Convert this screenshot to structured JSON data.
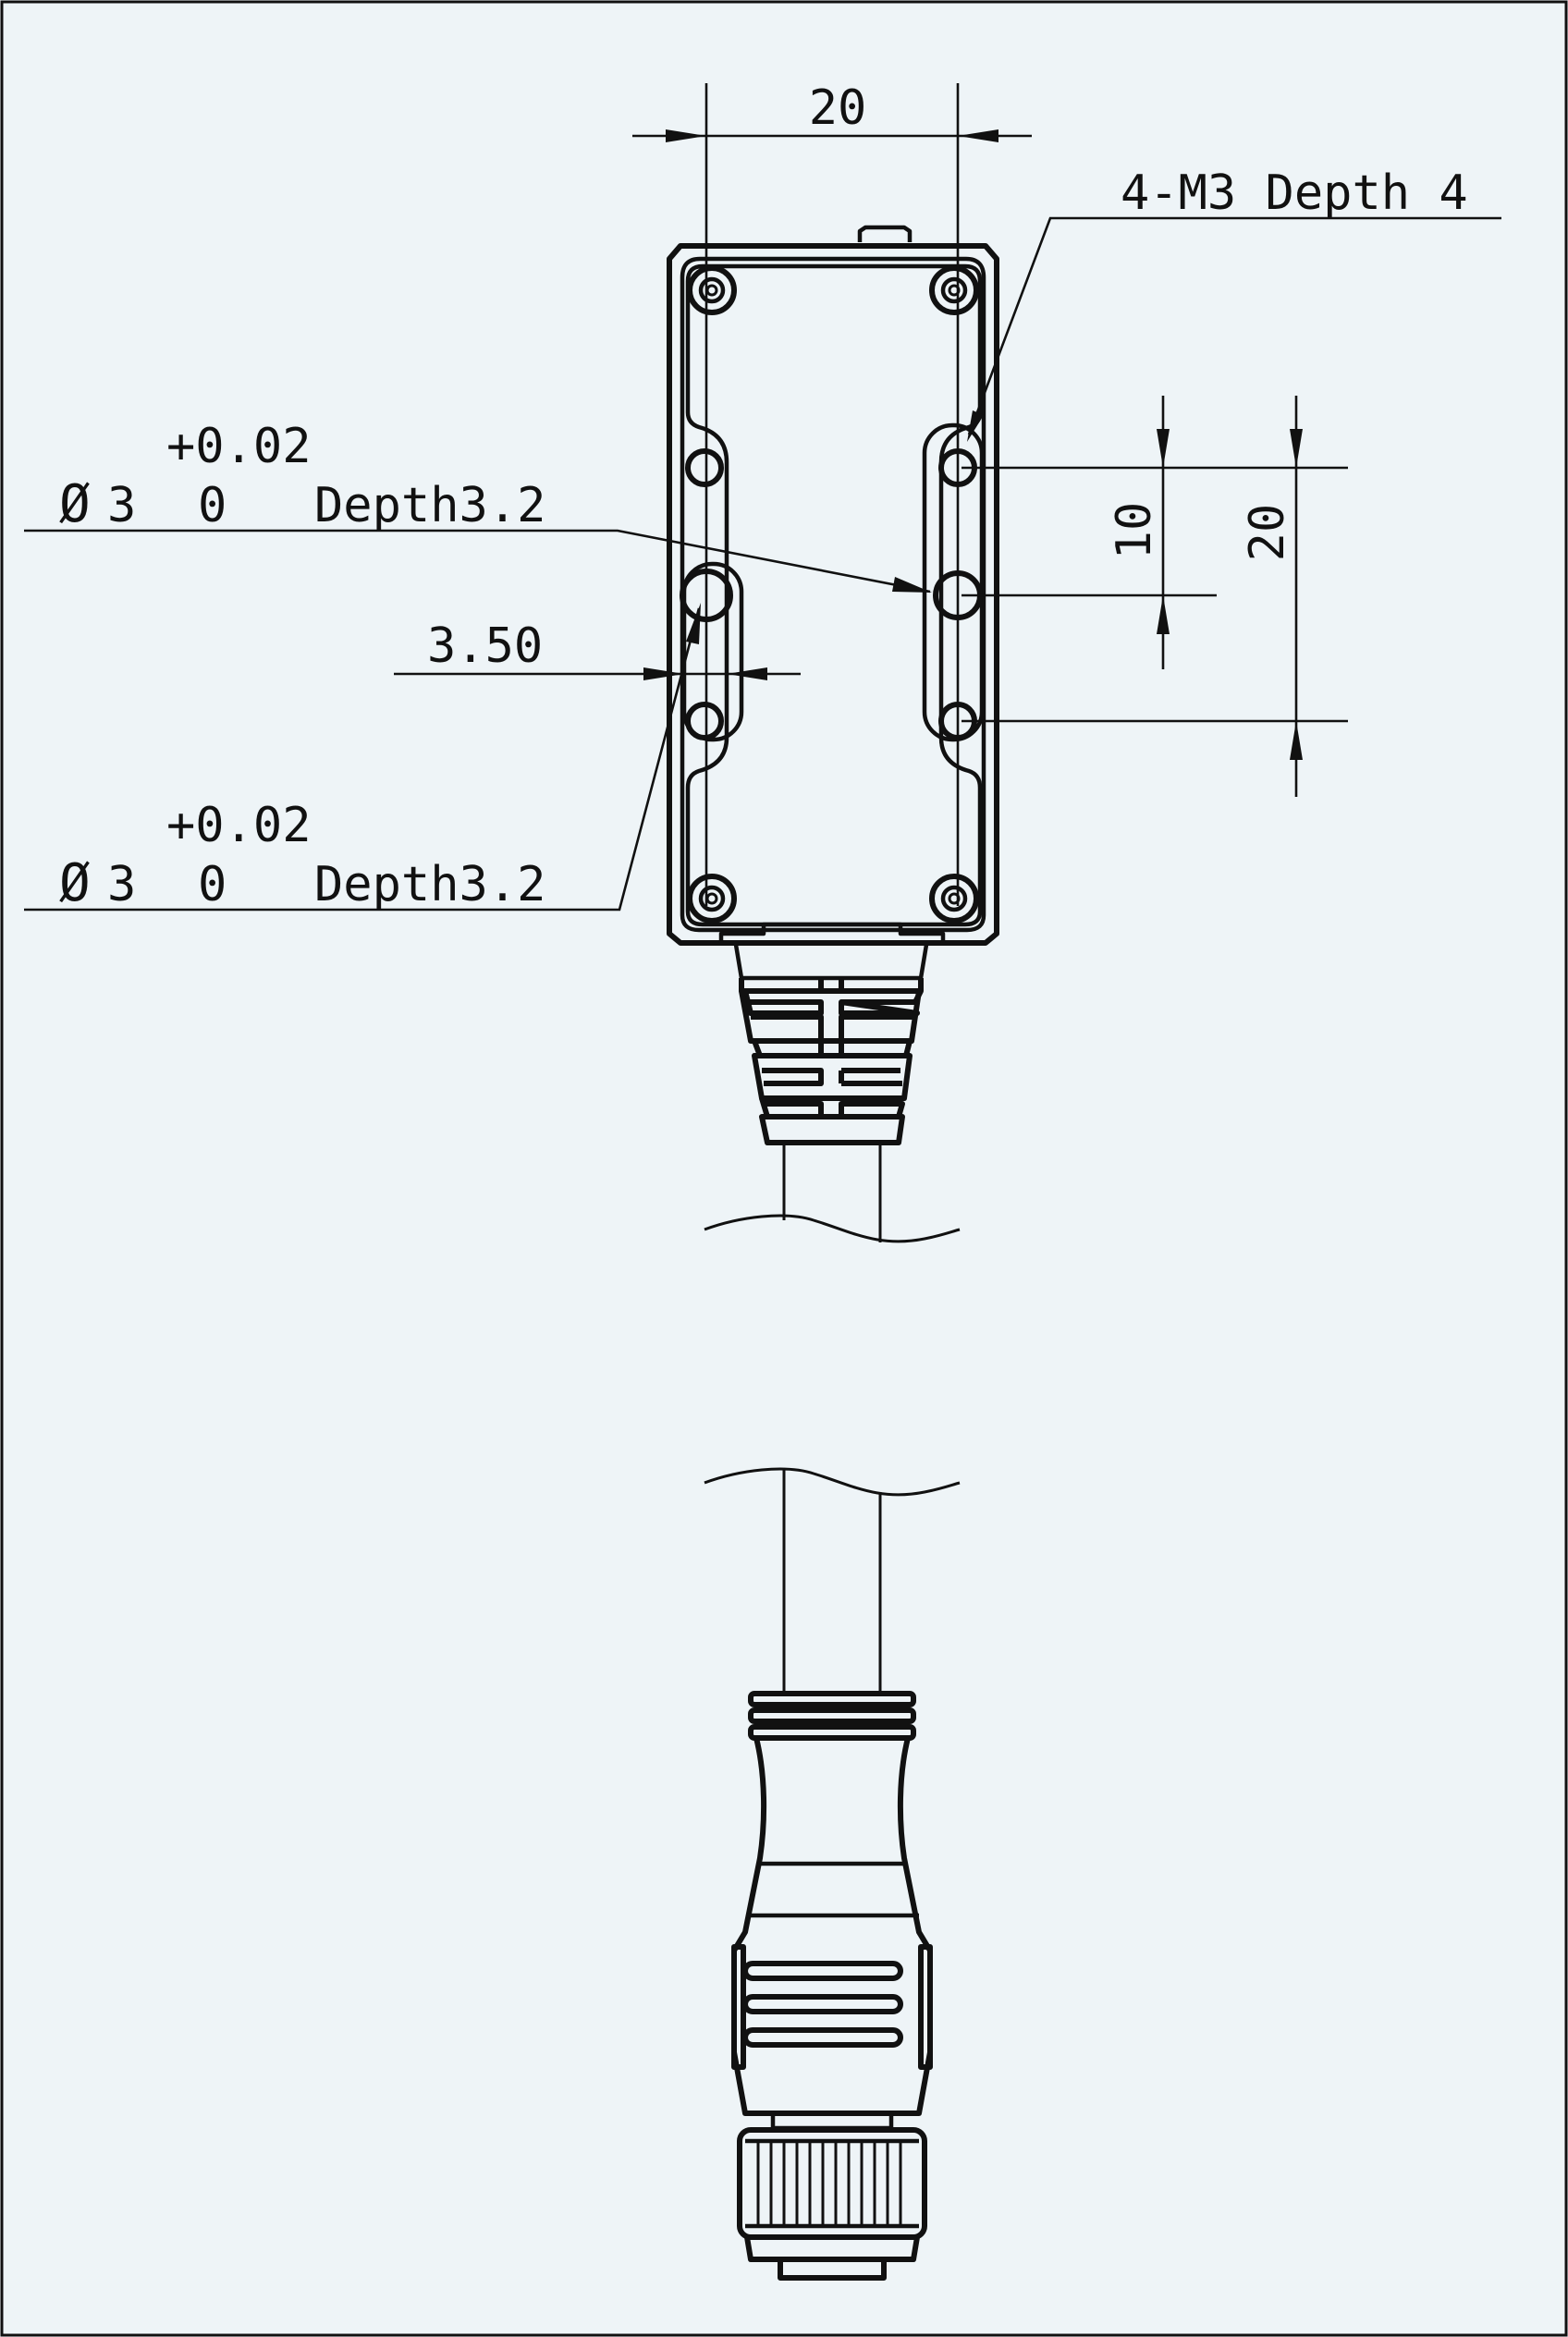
{
  "annotations": {
    "top_dim": "20",
    "thread_callout": "4-M3 Depth 4",
    "pin_hole_1": {
      "tolerance_upper": "+0.02",
      "diameter_symbol": "Ø",
      "diameter": "3",
      "tolerance_lower": "0",
      "depth": "Depth3.2"
    },
    "pin_hole_2": {
      "tolerance_upper": "+0.02",
      "diameter_symbol": "Ø",
      "diameter": "3",
      "tolerance_lower": "0",
      "depth": "Depth3.2"
    },
    "slot_width_dim": "3.50",
    "pitch_dim_small": "10",
    "pitch_dim_large": "20"
  }
}
